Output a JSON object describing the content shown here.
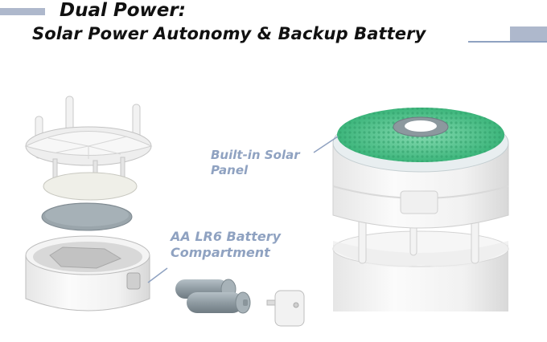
{
  "header": {
    "title": "Dual Power:",
    "subtitle": "Solar Power Autonomy & Backup Battery"
  },
  "callouts": {
    "solar_panel_line1": "Built-in Solar",
    "solar_panel_line2": "Panel",
    "battery_line1": "AA LR6 Battery",
    "battery_line2": "Compartment"
  },
  "colors": {
    "accent": "#aeb8cc",
    "callout_text": "#8fa2c1",
    "solar_green": "#4cc48c",
    "title_text": "#111111"
  },
  "icons": {
    "exploded_view": "exploded-sensor-illustration",
    "assembled_view": "assembled-sensor-illustration",
    "batteries": "aa-battery-pair-illustration",
    "battery_cap": "battery-cap-illustration"
  }
}
